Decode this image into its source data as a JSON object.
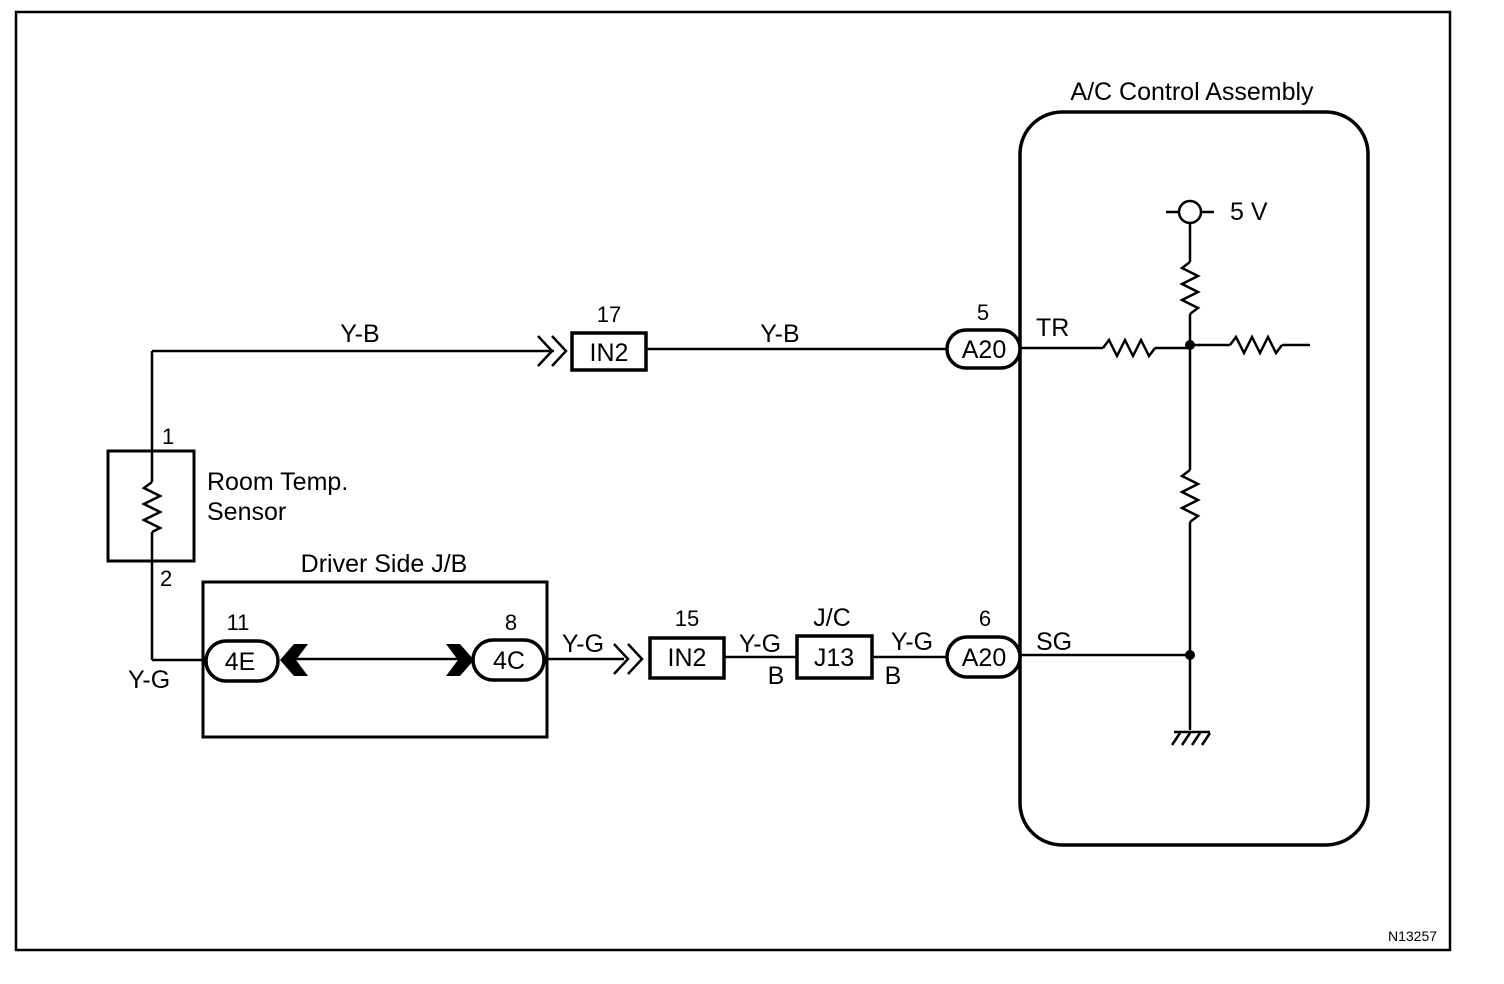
{
  "assembly": {
    "title": "A/C Control Assembly"
  },
  "sensor": {
    "name_line1": "Room Temp.",
    "name_line2": "Sensor",
    "pin_top": "1",
    "pin_bottom": "2"
  },
  "junction_block": {
    "title": "Driver Side J/B"
  },
  "connectors": {
    "in2_top": {
      "pin": "17",
      "code": "IN2"
    },
    "a20_top": {
      "pin": "5",
      "code": "A20"
    },
    "e4": {
      "pin": "11",
      "code": "4E"
    },
    "c4": {
      "pin": "8",
      "code": "4C"
    },
    "in2_bottom": {
      "pin": "15",
      "code": "IN2"
    },
    "j13": {
      "title": "J/C",
      "code": "J13"
    },
    "a20_bottom": {
      "pin": "6",
      "code": "A20"
    }
  },
  "wires": {
    "top_left": "Y-B",
    "top_right": "Y-B",
    "left_bottom": "Y-G",
    "after_4c": "Y-G",
    "in2_j13_color": "Y-G",
    "in2_j13_stripe": "B",
    "j13_a20_color": "Y-G",
    "j13_a20_stripe": "B"
  },
  "terminals": {
    "tr": "TR",
    "sg": "SG"
  },
  "supply": {
    "voltage": "5 V"
  },
  "figure_id": "N13257"
}
